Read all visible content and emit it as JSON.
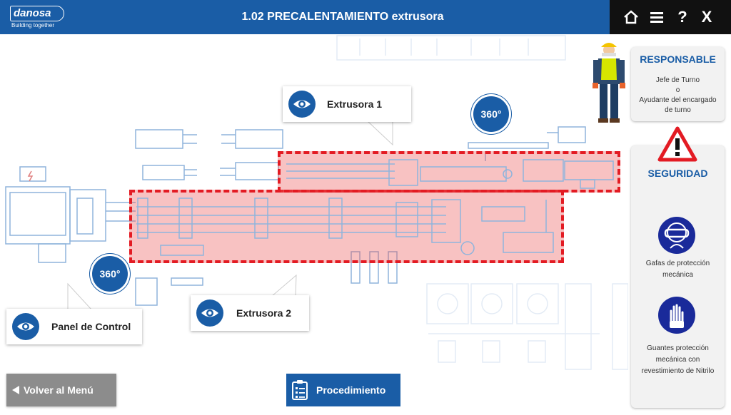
{
  "header": {
    "logo_text": "danosa",
    "logo_tagline": "Building together",
    "title": "1.02 PRECALENTAMIENTO extrusora",
    "icons": [
      "home-icon",
      "menu-icon",
      "help-icon",
      "close-icon"
    ],
    "help_label": "?",
    "close_label": "X"
  },
  "scene": {
    "hotspots": [
      {
        "label": "Extrusora 1",
        "icon": "eye-icon"
      },
      {
        "label": "Extrusora 2",
        "icon": "eye-icon"
      },
      {
        "label": "Panel de Control",
        "icon": "eye-icon"
      }
    ],
    "view360_label": "360°",
    "zone_color": "#e31b23"
  },
  "responsable": {
    "title": "RESPONSABLE",
    "line1": "Jefe de Turno",
    "line2": "o",
    "line3": "Ayudante del encargado",
    "line4": "de turno"
  },
  "seguridad": {
    "title": "SEGURIDAD",
    "items": [
      {
        "label_line1": "Gafas de protección",
        "label_line2": "mecánica",
        "label_line3": "",
        "icon": "safety-goggles-icon"
      },
      {
        "label_line1": "Guantes protección",
        "label_line2": "mecánica con",
        "label_line3": "revestimiento de Nitrilo",
        "icon": "safety-gloves-icon"
      }
    ]
  },
  "footer": {
    "back_label": "Volver al Menú",
    "procedure_label": "Procedimiento"
  },
  "colors": {
    "brand": "#1a5da6",
    "header_dark": "#111111",
    "back_button": "#8c8c8c"
  }
}
